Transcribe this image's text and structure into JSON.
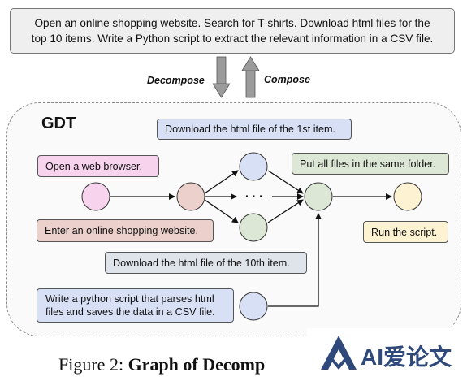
{
  "task": {
    "line1": "Open an online shopping website. Search for T-shirts. Download html files for the",
    "line2": "top 10 items. Write a Python script to extract the relevant information in a CSV file."
  },
  "arrows": {
    "decompose_label": "Decompose",
    "compose_label": "Compose"
  },
  "graph": {
    "title": "GDT",
    "steps": {
      "download_first": "Download the html file of the 1st item.",
      "open_browser": "Open a web browser.",
      "put_files": "Put all files in the same folder.",
      "enter_website": "Enter an online shopping website.",
      "run_script": "Run the script.",
      "download_tenth": "Download the html file of the 10th item.",
      "write_script": "Write a python script that parses html files and saves the data in a CSV file."
    },
    "ellipsis": "· · ·",
    "colors": {
      "pink": "#f7d3ee",
      "rose": "#ecd0cc",
      "blue": "#d7e0f5",
      "green": "#dce8d5",
      "yellow": "#fdf2d2"
    }
  },
  "caption": {
    "prefix": "Figure 2: ",
    "bold": "Graph of Decomp"
  },
  "watermark": {
    "text": "AI爱论文"
  }
}
